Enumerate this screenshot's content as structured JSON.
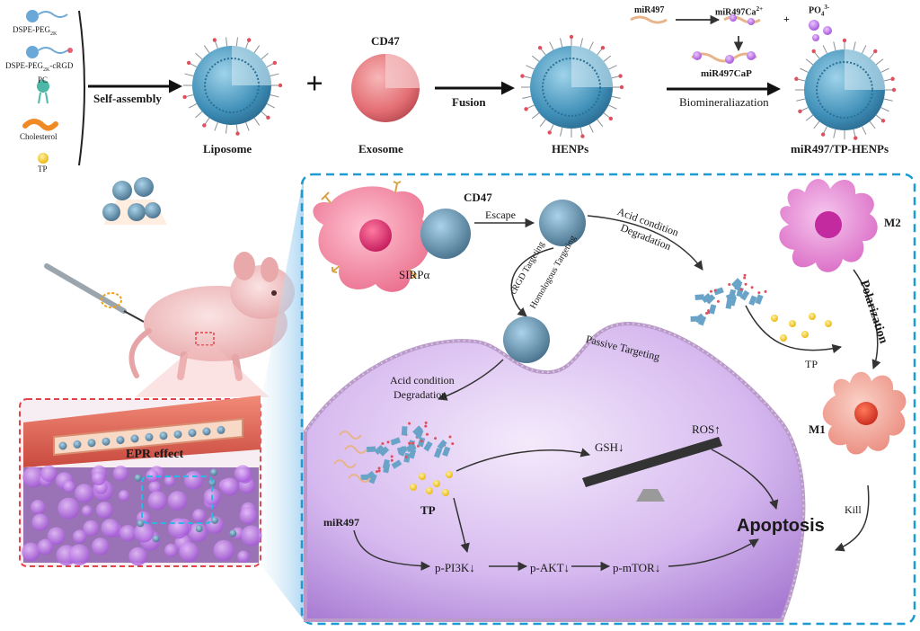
{
  "components": {
    "dspe_peg": {
      "base": "DSPE-PEG",
      "sub": "2K"
    },
    "dspe_peg_crgd": {
      "base": "DSPE-PEG",
      "sub": "2K",
      "suffix": "-cRGD"
    },
    "pc": "PC",
    "cholesterol": "Cholesterol",
    "tp": "TP"
  },
  "steps": {
    "self_assembly": "Self-assembly",
    "cd47_top": "CD47",
    "fusion": "Fusion",
    "biomineralization": "Biomineraliazation"
  },
  "products": {
    "liposome": "Liposome",
    "exosome": "Exosome",
    "henps": "HENPs",
    "final": "miR497/TP-HENPs"
  },
  "mineral": {
    "mir497": "miR497",
    "mir497ca": {
      "base": "miR497Ca",
      "sup": "2+"
    },
    "plus": "+",
    "po4": {
      "base": "PO",
      "sub": "4",
      "sup": "3-"
    },
    "mir497cap": "miR497CaP"
  },
  "mechanism": {
    "cd47": "CD47",
    "sirpa": "SIRPα",
    "escape": "Escape",
    "acid_condition": "Acid condition",
    "degradation": "Degradation",
    "crgd_targeting": "cRGD Targeting",
    "homologous_targeting": "Homologous Targeting",
    "passive_targeting": "Passive Targeting",
    "tp": "TP",
    "m2": "M2",
    "polarization": "Polarization",
    "m1": "M1",
    "kill": "Kill",
    "acid_condition_inner": "Acid condition",
    "degradation_inner": "Degradation",
    "gsh": "GSH↓",
    "ros": "ROS↑",
    "tp_inner": "TP",
    "mir497": "miR497",
    "apoptosis": "Apoptosis",
    "pi3k": "p-PI3K↓",
    "akt": "p-AKT↓",
    "mtor": "p-mTOR↓"
  },
  "mouse": {
    "epr": "EPR effect"
  },
  "colors": {
    "dashed_box": "#1b9bd1",
    "mouse_box": "#e0444a",
    "cell_purple": "#c9a6e6",
    "liposome_blue": "#4aa3c8",
    "exosome_pink": "#e9797f",
    "macrophage_m2": "#e98fd6",
    "macrophage_m1": "#f0a595",
    "tp_yellow": "#f3c21a"
  }
}
